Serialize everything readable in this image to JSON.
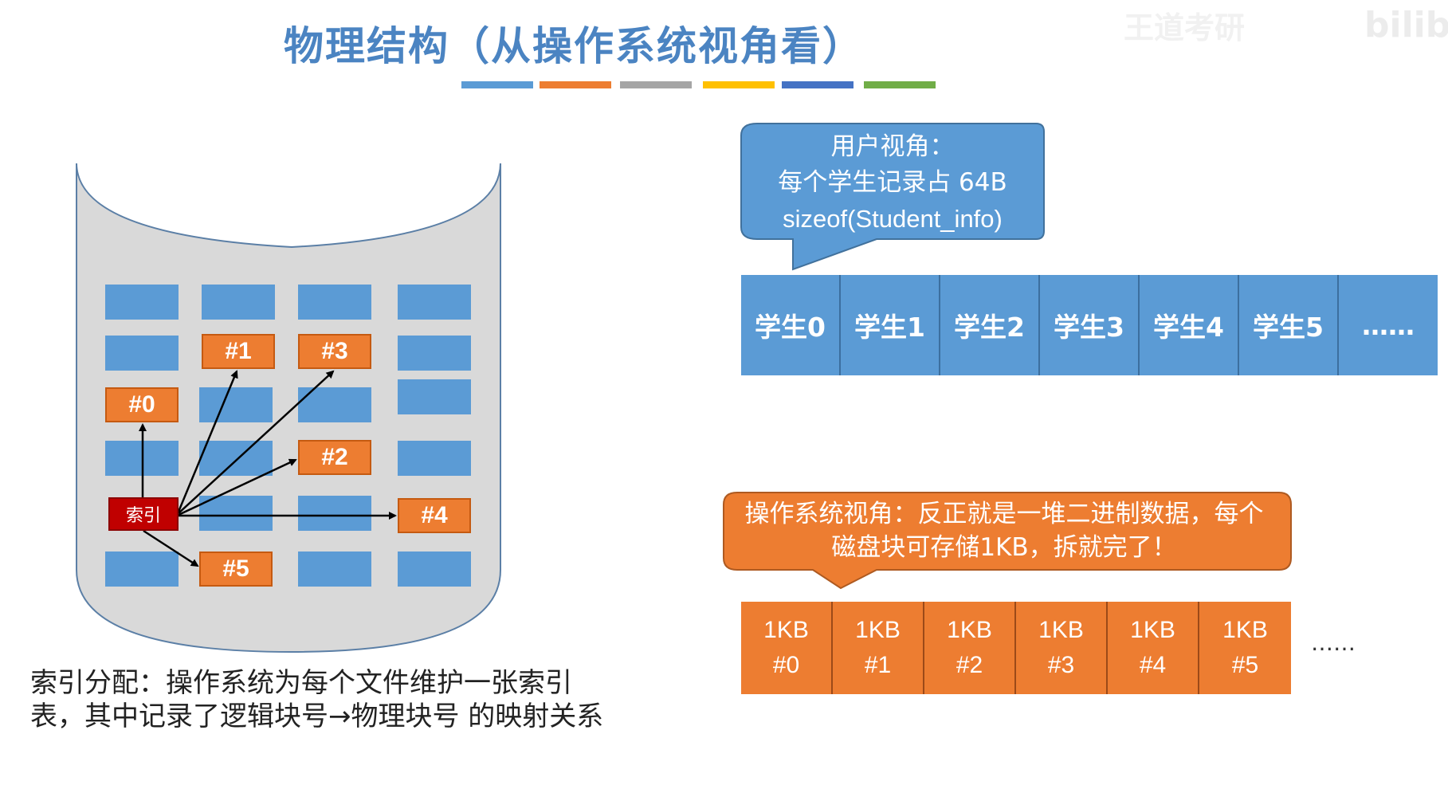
{
  "title": "物理结构（从操作系统视角看）",
  "watermark": "王道考研",
  "watermark_logo": "bilib",
  "colors": {
    "bar_colors": [
      "#5b9bd5",
      "#ed7d31",
      "#a5a5a5",
      "#ffc000",
      "#4472c4",
      "#70ad47"
    ],
    "accent_blue": "#5b9bd5",
    "accent_orange": "#ed7d31",
    "index_red": "#c00000"
  },
  "disk": {
    "index_label": "索引",
    "blocks": [
      "#0",
      "#1",
      "#2",
      "#3",
      "#4",
      "#5"
    ]
  },
  "caption": "索引分配：操作系统为每个文件维护一张索引表，其中记录了逻辑块号→物理块号 的映射关系",
  "user_view": {
    "bubble_line1": "用户视角：",
    "bubble_line2": "每个学生记录占 64B",
    "bubble_line3": "sizeof(Student_info)",
    "records": [
      "学生0",
      "学生1",
      "学生2",
      "学生3",
      "学生4",
      "学生5",
      "……"
    ]
  },
  "os_view": {
    "bubble_text": "操作系统视角：反正就是一堆二进制数据，每个磁盘块可存储1KB，拆就完了！",
    "block_size": "1KB",
    "blocks": [
      "#0",
      "#1",
      "#2",
      "#3",
      "#4",
      "#5"
    ],
    "trailing": "……"
  }
}
